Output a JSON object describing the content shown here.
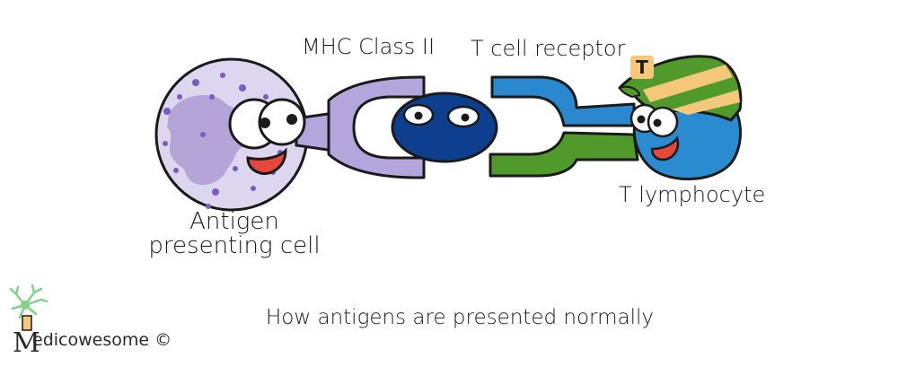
{
  "labels": {
    "mhc_class_ii": "MHC Class II",
    "t_cell_receptor": "T cell receptor",
    "t_lymphocyte": "T lymphocyte",
    "antigen_presenting_cell_line1": "Antigen",
    "antigen_presenting_cell_line2": "presenting cell"
  },
  "caption": "How antigens are presented normally",
  "brand": {
    "name": "edicowesome ©",
    "logo_letter": "M"
  },
  "hat_letter": "T",
  "colors": {
    "apc_body": "#ddd6ef",
    "apc_nucleus": "#b4a4d8",
    "apc_dots": "#7a5cc0",
    "mhc": "#b3a6dc",
    "antigen": "#0d3f8e",
    "tcr_blue": "#2a88cf",
    "tcr_green": "#4f9a2a",
    "tlymph_blue": "#2a8bd0",
    "hat_green": "#4f9a2a",
    "hat_stripe": "#f4c77a",
    "mouth": "#e5483a",
    "logo_neuron": "#7ed389",
    "outline": "#1a1a1a"
  }
}
